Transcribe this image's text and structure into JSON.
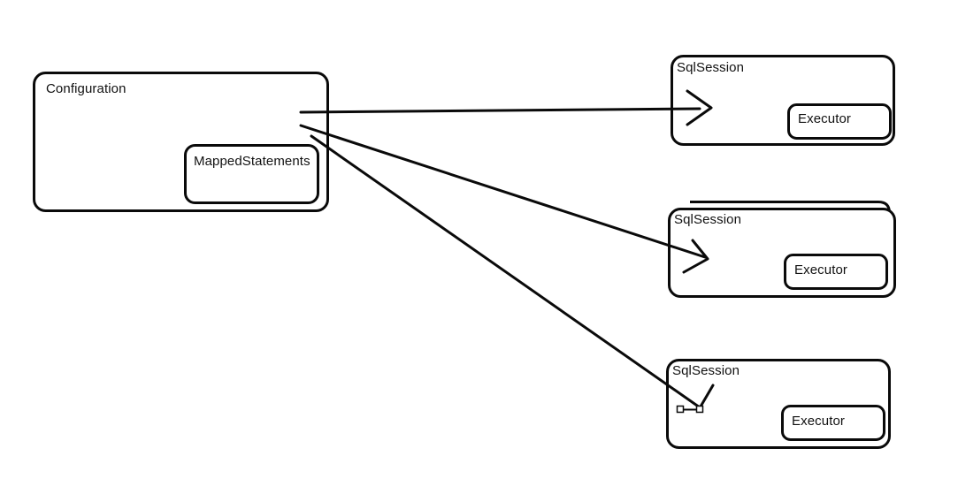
{
  "diagram": {
    "title_hint": "MyBatis Configuration to SqlSession diagram",
    "configuration": {
      "label": "Configuration"
    },
    "mapped_statements": {
      "label": "MappedStatements"
    },
    "sessions": [
      {
        "title": "SqlSession",
        "executor_label": "Executor"
      },
      {
        "title": "SqlSession",
        "executor_label": "Executor"
      },
      {
        "title": "SqlSession",
        "executor_label": "Executor"
      }
    ],
    "colors": {
      "stroke": "#0a0a0a",
      "background": "#ffffff",
      "shape_fill": "#ffffff",
      "handle_fill": "#ffffff"
    }
  }
}
